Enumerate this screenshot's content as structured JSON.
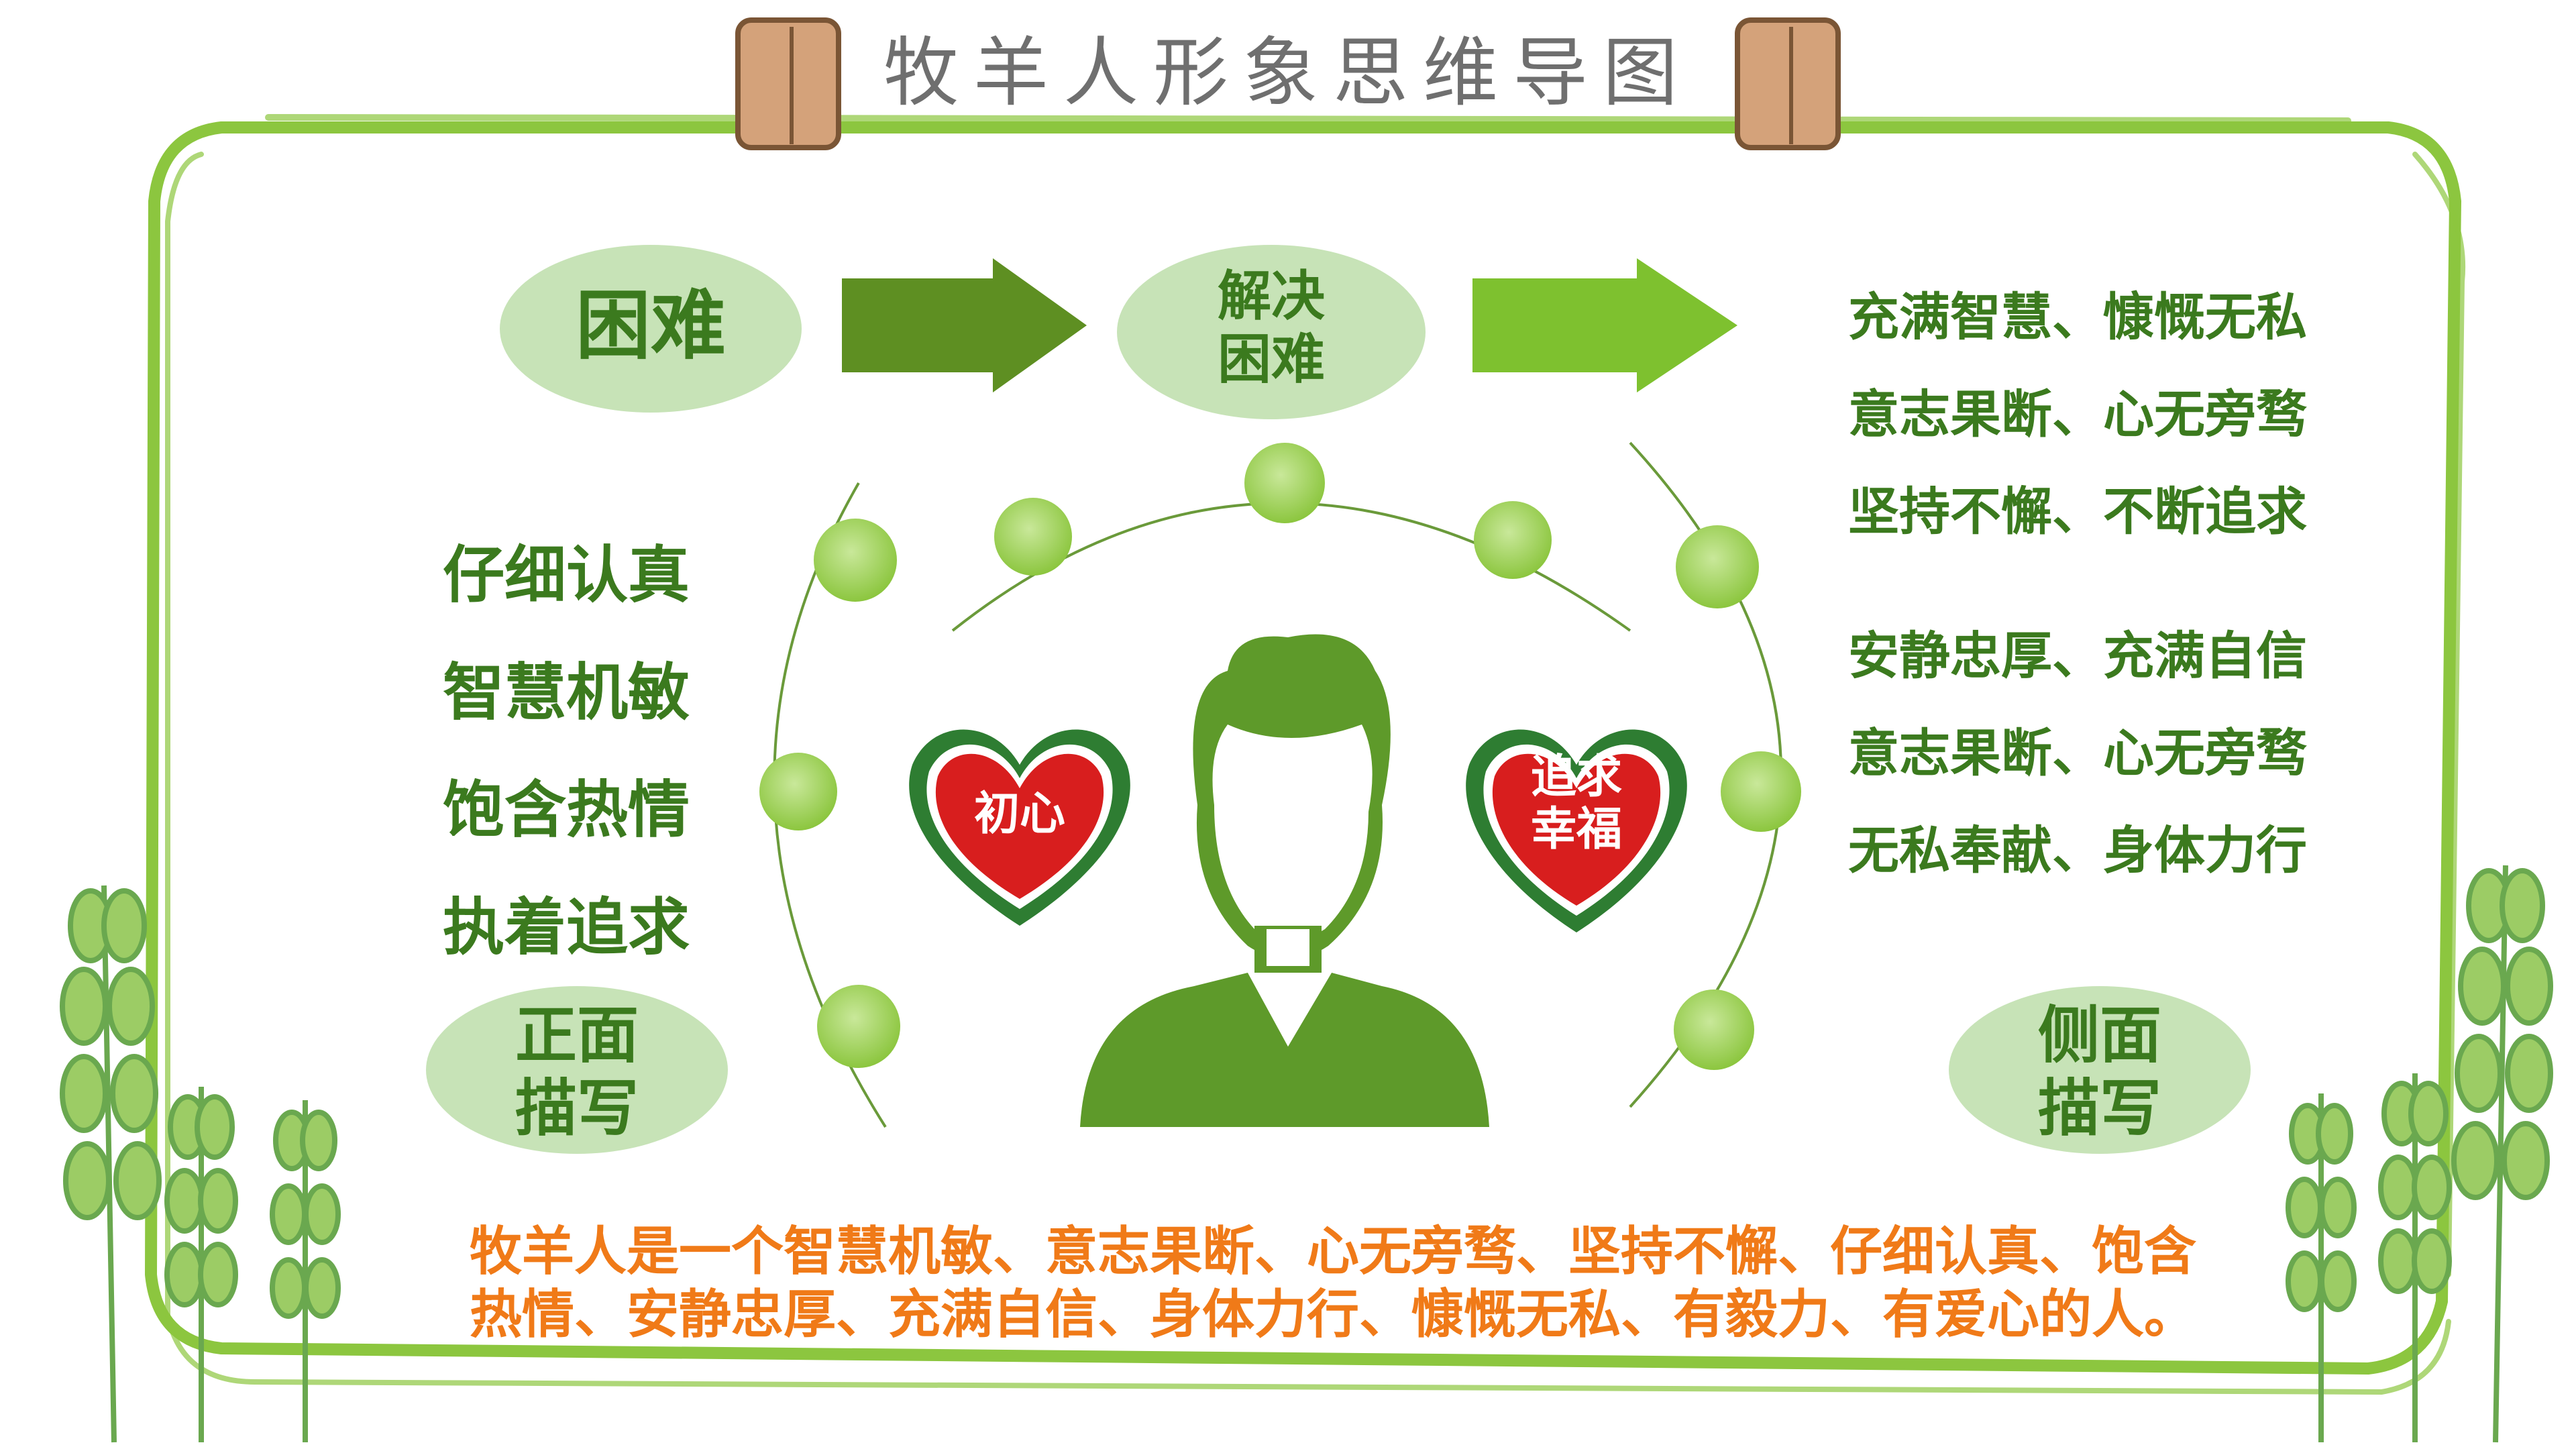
{
  "title": "牧羊人形象思维导图",
  "flow": {
    "difficulty": "困难",
    "solve": [
      "解决",
      "困难"
    ]
  },
  "qualities_right_top": [
    "充满智慧、慷慨无私",
    "意志果断、心无旁骛",
    "坚持不懈、不断追求"
  ],
  "qualities_right_bottom": [
    "安静忠厚、充满自信",
    "意志果断、心无旁骛",
    "无私奉献、身体力行"
  ],
  "qualities_left": [
    "仔细认真",
    "智慧机敏",
    "饱含热情",
    "执着追求"
  ],
  "direct_description": [
    "正面",
    "描写"
  ],
  "indirect_description": [
    "侧面",
    "描写"
  ],
  "hearts": {
    "left": [
      "初心"
    ],
    "right": [
      "追求",
      "幸福"
    ]
  },
  "summary": [
    "牧羊人是一个智慧机敏、意志果断、心无旁骛、坚持不懈、仔细认真、饱含",
    "热情、安静忠厚、充满自信、身体力行、慷慨无私、有毅力、有爱心的人。"
  ],
  "colors": {
    "frame_green": "#8cc63f",
    "oval_green": "#c7e3b7",
    "text_green": "#3b7a1e",
    "arrow_dark": "#5e8f22",
    "arrow_light": "#7ec12f",
    "heart_red": "#d81e1e",
    "summary_orange": "#f07a18"
  }
}
